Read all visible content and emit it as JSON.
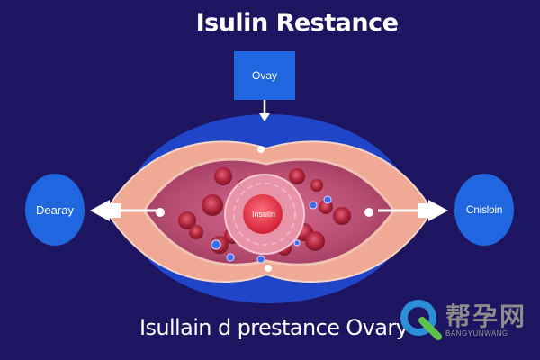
{
  "title": "Isulin Restance",
  "top_box_label": "Ovay",
  "left_circle_label": "Dearay",
  "right_circle_label": "Cnisloin",
  "center_cell_label": "Insulin",
  "caption": "Isullain d prestance  Ovary",
  "watermark": {
    "chinese": "帮孕网",
    "english": "BANGYUNWANG"
  },
  "colors": {
    "background": "#1d1560",
    "accent_blue": "#1f66e0",
    "tissue_pink": "#efa995",
    "cell_red": "#b0243a"
  }
}
